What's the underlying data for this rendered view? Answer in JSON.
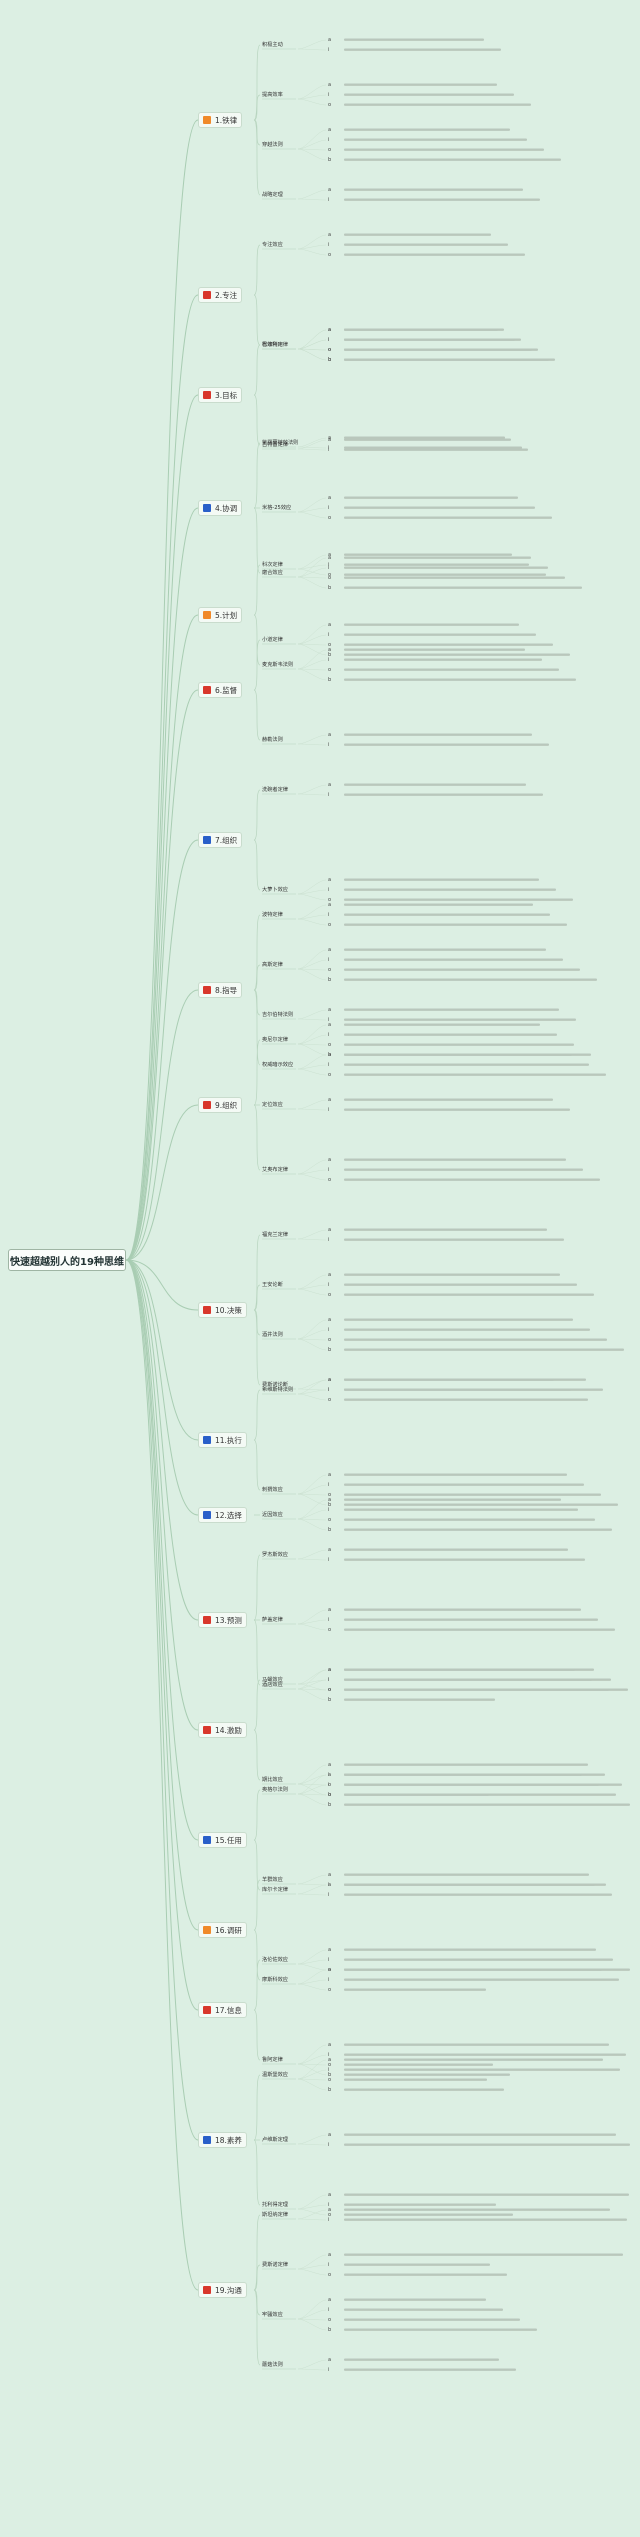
{
  "root": {
    "label": "快速超越别人的19种思维"
  },
  "topics": [
    {
      "label": "1.铁律",
      "color": "#f08a2a",
      "subs": [
        "积极主动",
        "提高效率",
        "穿越法则",
        "战略定理"
      ]
    },
    {
      "label": "2.专注",
      "color": "#d8362b",
      "subs": [
        "专注效应",
        "有效利用"
      ]
    },
    {
      "label": "3.目标",
      "color": "#d8362b",
      "subs": [
        "巴菲特定律",
        "古特雷定律"
      ]
    },
    {
      "label": "4.协调",
      "color": "#2a5fc9",
      "subs": [
        "紫羅蘭链效法则",
        "米格-25效应",
        "磨合效应"
      ]
    },
    {
      "label": "5.计划",
      "color": "#f08a2a",
      "subs": [
        "科次定律",
        "麦克斯韦法则"
      ]
    },
    {
      "label": "6.监督",
      "color": "#d8362b",
      "subs": [
        "小道定律",
        "赫勒法则"
      ]
    },
    {
      "label": "7.组织",
      "color": "#2a5fc9",
      "subs": [
        "洗碗者定律",
        "大萝卜效应"
      ]
    },
    {
      "label": "8.指导",
      "color": "#d8362b",
      "subs": [
        "波特定律",
        "高斯定律",
        "吉尔伯特法则",
        "权威暗示效应"
      ]
    },
    {
      "label": "9.组织",
      "color": "#d8362b",
      "subs": [
        "奥尼尔定律",
        "定位效应",
        "艾奥布定律"
      ]
    },
    {
      "label": "10.决策",
      "color": "#d8362b",
      "subs": [
        "福克兰定律",
        "王安论断",
        "酒井法则",
        "费斯诺论断"
      ]
    },
    {
      "label": "11.执行",
      "color": "#2a5fc9",
      "subs": [
        "希维斯特法则",
        "刺猬效应"
      ]
    },
    {
      "label": "12.选择",
      "color": "#2a5fc9",
      "subs": [
        "近因效应"
      ]
    },
    {
      "label": "13.预测",
      "color": "#d8362b",
      "subs": [
        "罗杰斯效应",
        "萨盖定律",
        "酒店效应"
      ]
    },
    {
      "label": "14.激励",
      "color": "#d8362b",
      "subs": [
        "马蝇效应",
        "期比效应"
      ]
    },
    {
      "label": "15.任用",
      "color": "#2a5fc9",
      "subs": [
        "奥格尔法则",
        "库尔卡定律"
      ]
    },
    {
      "label": "16.调研",
      "color": "#f08a2a",
      "subs": [
        "羊群效应",
        "摩斯科效应"
      ]
    },
    {
      "label": "17.信息",
      "color": "#d8362b",
      "subs": [
        "洛伦佐效应",
        "鲁阿定律"
      ]
    },
    {
      "label": "18.素养",
      "color": "#2a5fc9",
      "subs": [
        "温斯堡效应",
        "卢维斯定理",
        "托利得定理"
      ]
    },
    {
      "label": "19.沟通",
      "color": "#d8362b",
      "subs": [
        "斯坦纳定律",
        "费斯诺定律",
        "牢骚效应",
        "蘑菇法则"
      ]
    }
  ]
}
